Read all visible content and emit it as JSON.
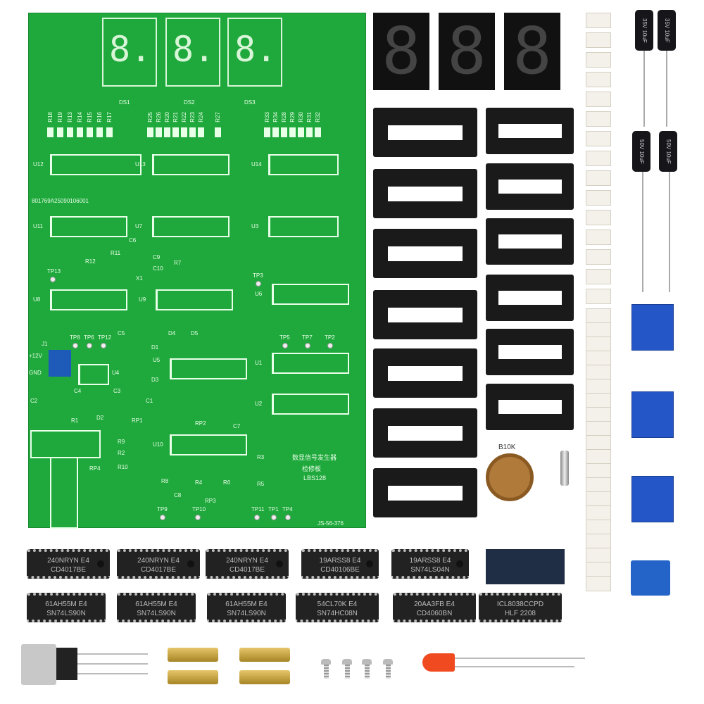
{
  "pcb": {
    "displays": [
      "DS1",
      "DS2",
      "DS3"
    ],
    "digit_glyph": "8.",
    "resistors_top": [
      "R18",
      "R19",
      "R13",
      "R14",
      "R15",
      "R16",
      "R17",
      "R25",
      "R26",
      "R20",
      "R21",
      "R22",
      "R23",
      "R24",
      "R27",
      "R33",
      "R34",
      "R28",
      "R29",
      "R30",
      "R31",
      "R32"
    ],
    "ics": [
      "U12",
      "U13",
      "U14",
      "U11",
      "U7",
      "U3",
      "U8",
      "U9",
      "U6",
      "U5",
      "U1",
      "U2",
      "U10",
      "U4"
    ],
    "serial": "801769A25090106001",
    "power_labels": {
      "j1": "J1",
      "v12": "+12V",
      "gnd": "GND"
    },
    "test_points": [
      "TP13",
      "TP3",
      "TP8",
      "TP6",
      "TP12",
      "TP5",
      "TP7",
      "TP2",
      "TP9",
      "TP10",
      "TP11",
      "TP1",
      "TP4"
    ],
    "misc": [
      "C6",
      "C9",
      "C10",
      "X1",
      "R11",
      "R12",
      "R7",
      "C5",
      "D1",
      "D3",
      "D4",
      "D5",
      "C4",
      "C3",
      "C2",
      "C1",
      "D2",
      "R1",
      "RP1",
      "RP2",
      "RP3",
      "RP4",
      "R9",
      "R2",
      "R10",
      "C7",
      "R3",
      "R5",
      "R4",
      "R6",
      "R8",
      "C8"
    ],
    "title_cn": "数显信号发生器",
    "subtitle_cn": "检修板",
    "model": "LBS128",
    "code": "JS-56-376"
  },
  "capacitors": [
    {
      "value": "10uF",
      "voltage": "35V"
    },
    {
      "value": "10uF",
      "voltage": "35V"
    },
    {
      "value": "10uF",
      "voltage": "50V"
    },
    {
      "value": "10uF",
      "voltage": "50V"
    }
  ],
  "potentiometer": "B10K",
  "chips_row1": [
    {
      "code": "240NRYN E4",
      "part": "CD4017BE"
    },
    {
      "code": "240NRYN E4",
      "part": "CD4017BE"
    },
    {
      "code": "240NRYN E4",
      "part": "CD4017BE"
    },
    {
      "code": "19ARSS8 E4",
      "part": "CD40106BE"
    },
    {
      "code": "19ARSS8 E4",
      "part": "SN74LS04N"
    }
  ],
  "chips_row2": [
    {
      "code": "61AH55M E4",
      "part": "SN74LS90N"
    },
    {
      "code": "61AH55M E4",
      "part": "SN74LS90N"
    },
    {
      "code": "61AH55M E4",
      "part": "SN74LS90N"
    },
    {
      "code": "54CL70K E4",
      "part": "SN74HC08N"
    },
    {
      "code": "20AA3FB E4",
      "part": "CD4060BN"
    },
    {
      "code": "ICL8038CCPD",
      "part": "HLF  2208"
    }
  ]
}
